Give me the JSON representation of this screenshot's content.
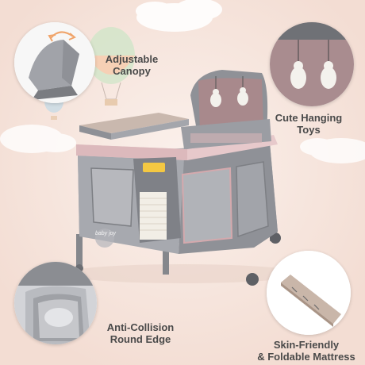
{
  "features": [
    {
      "line1": "Adjustable",
      "line2": "Canopy",
      "icon": "canopy-icon"
    },
    {
      "line1": "Cute Hanging",
      "line2": "Toys",
      "icon": "hanging-toys-icon"
    },
    {
      "line1": "Anti-Collision",
      "line2": "Round Edge",
      "icon": "round-edge-icon"
    },
    {
      "line1": "Skin-Friendly",
      "line2": "& Foldable Mattress",
      "icon": "mattress-icon"
    }
  ],
  "brand_logo": "baby joy",
  "colors": {
    "frame_gray": "#8d8f95",
    "fabric_gray": "#a9aab0",
    "pink_trim": "#e7c9cb",
    "mauve_bassinet": "#a8898c",
    "background_peach": "#f6e6df",
    "accent_orange": "#f0a46a"
  }
}
